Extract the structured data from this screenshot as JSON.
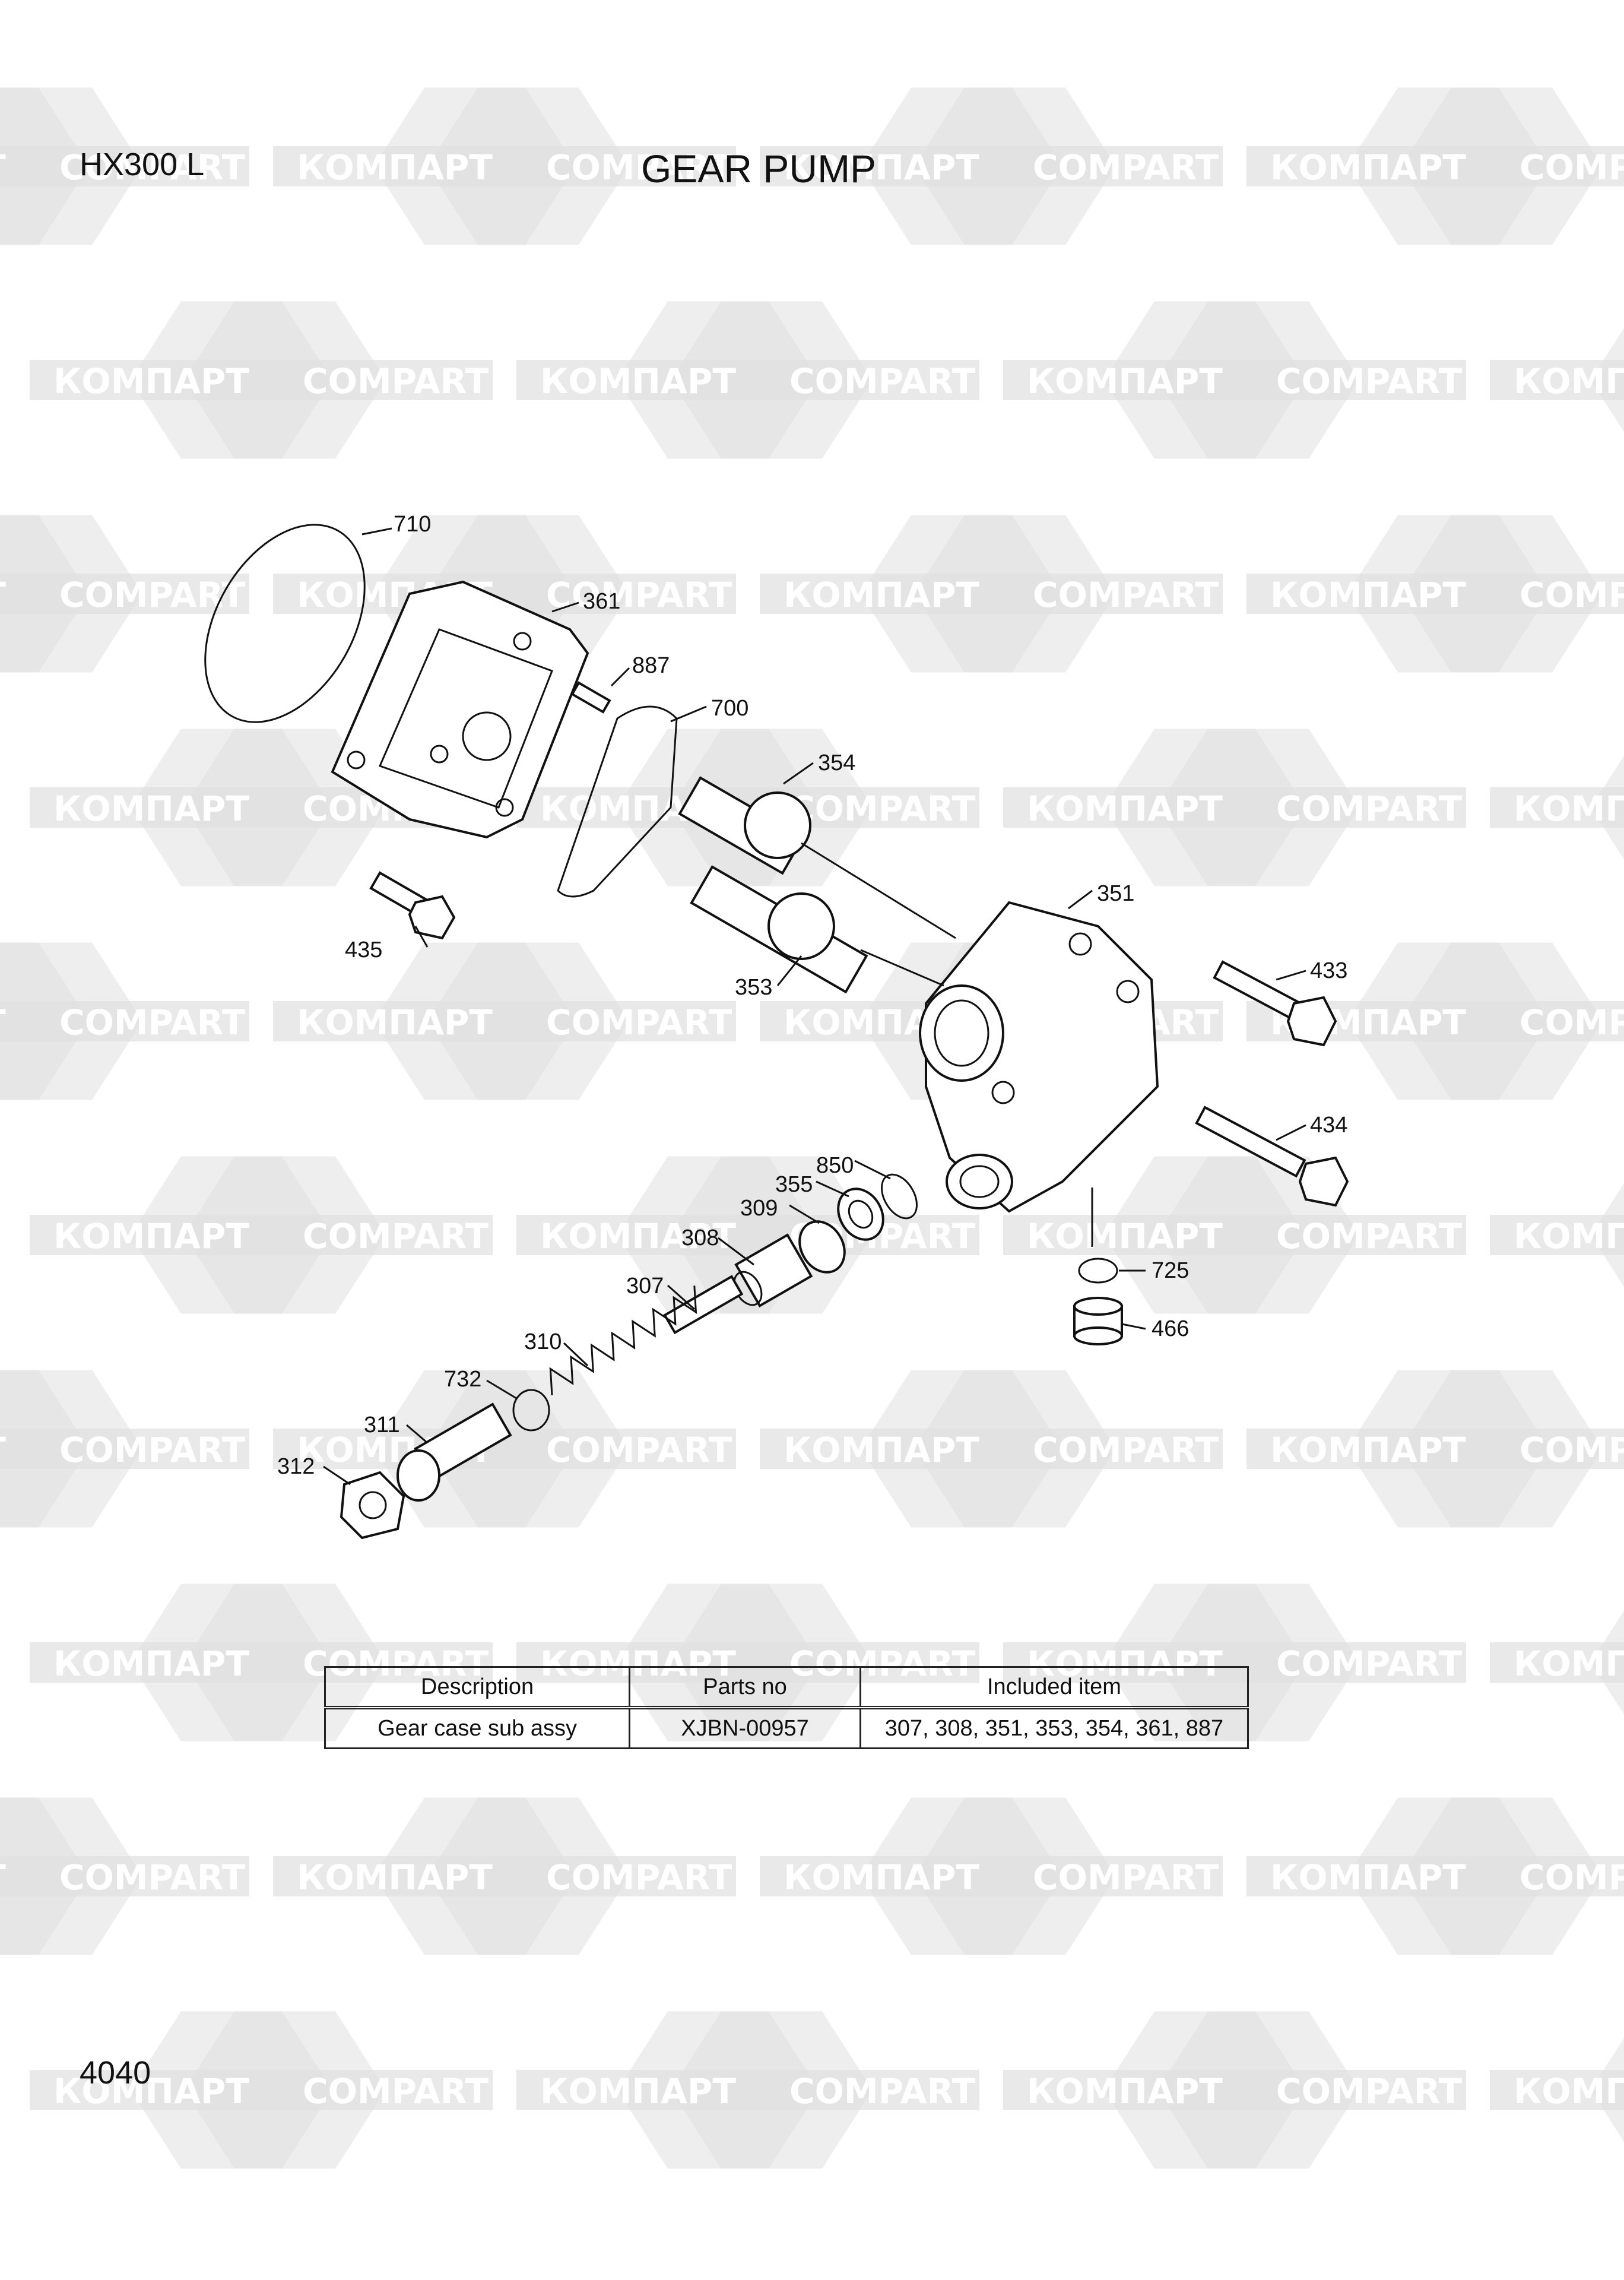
{
  "header": {
    "model": "HX300 L",
    "title": "GEAR PUMP"
  },
  "footer": {
    "page_number": "4040"
  },
  "watermark": {
    "text_cyrillic": "КОМПАРТ",
    "text_latin": "COMPART",
    "color": "#e0e0e0"
  },
  "callouts": [
    "710",
    "361",
    "887",
    "700",
    "354",
    "351",
    "433",
    "435",
    "353",
    "434",
    "850",
    "355",
    "309",
    "308",
    "307",
    "725",
    "466",
    "310",
    "732",
    "311",
    "312"
  ],
  "table": {
    "headers": [
      "Description",
      "Parts no",
      "Included item"
    ],
    "rows": [
      [
        "Gear case sub assy",
        "XJBN-00957",
        "307, 308, 351, 353, 354, 361, 887"
      ]
    ]
  }
}
